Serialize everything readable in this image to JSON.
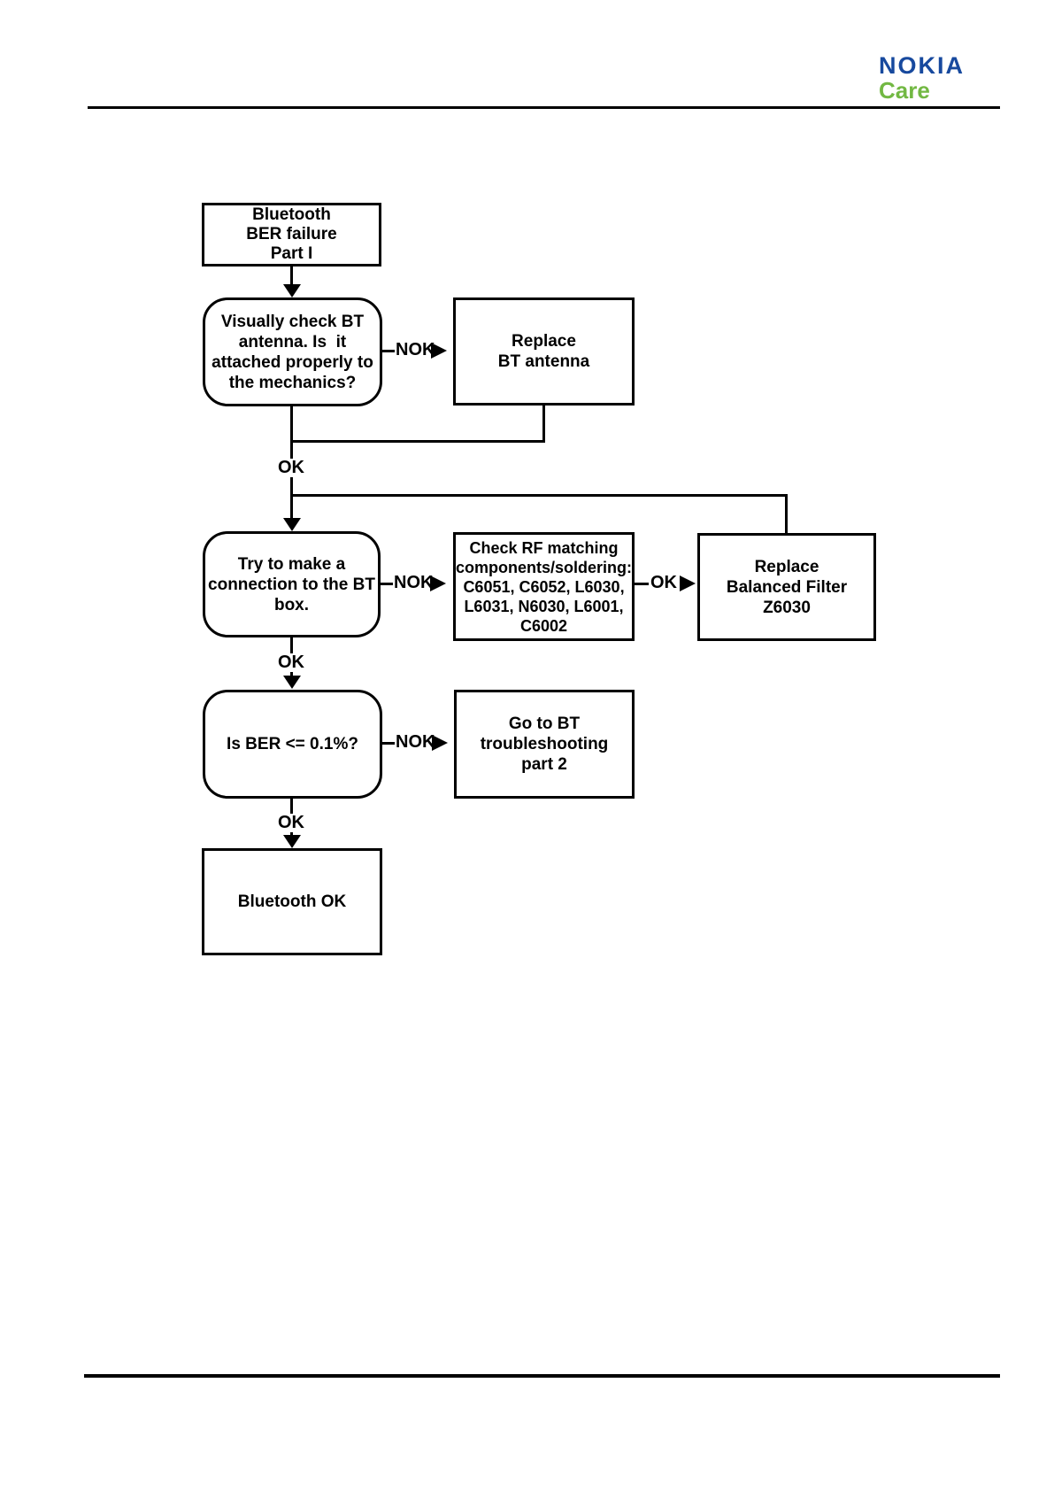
{
  "logo": {
    "brand": "NOKIA",
    "sub": "Care"
  },
  "colors": {
    "nokia_blue": "#17499E",
    "care_green": "#72B843",
    "diagram_black": "#000000",
    "background": "#ffffff"
  },
  "flowchart": {
    "title": "Bluetooth BER failure troubleshooting flowchart",
    "nodes": {
      "start": {
        "shape": "rect",
        "text": "Bluetooth\nBER failure\nPart I"
      },
      "visual_check": {
        "shape": "rounded",
        "text": "Visually check BT\nantenna. Is  it\nattached properly to\nthe mechanics?"
      },
      "replace_antenna": {
        "shape": "rect",
        "text": "Replace\nBT antenna"
      },
      "try_connection": {
        "shape": "rounded",
        "text": "Try to make a\nconnection to the BT\nbox."
      },
      "check_rf": {
        "shape": "rect",
        "text": "Check RF matching\ncomponents/soldering:\nC6051, C6052, L6030,\nL6031, N6030, L6001,\nC6002"
      },
      "replace_filter": {
        "shape": "rect",
        "text": "Replace\nBalanced Filter\nZ6030"
      },
      "ber_check": {
        "shape": "rounded",
        "text": "Is BER <= 0.1%?"
      },
      "goto_part2": {
        "shape": "rect",
        "text": "Go to BT\ntroubleshooting\npart 2"
      },
      "bluetooth_ok": {
        "shape": "rect",
        "text": "Bluetooth OK"
      }
    },
    "edges": [
      {
        "from": "start",
        "to": "visual_check",
        "label": ""
      },
      {
        "from": "visual_check",
        "to": "replace_antenna",
        "label": "NOK"
      },
      {
        "from": "visual_check",
        "to": "try_connection",
        "label": "OK"
      },
      {
        "from": "replace_antenna",
        "to": "try_connection",
        "label": ""
      },
      {
        "from": "try_connection",
        "to": "check_rf",
        "label": "NOK"
      },
      {
        "from": "check_rf",
        "to": "replace_filter",
        "label": "OK"
      },
      {
        "from": "replace_filter",
        "to": "try_connection",
        "label": ""
      },
      {
        "from": "try_connection",
        "to": "ber_check",
        "label": "OK"
      },
      {
        "from": "ber_check",
        "to": "goto_part2",
        "label": "NOK"
      },
      {
        "from": "ber_check",
        "to": "bluetooth_ok",
        "label": "OK"
      }
    ]
  }
}
